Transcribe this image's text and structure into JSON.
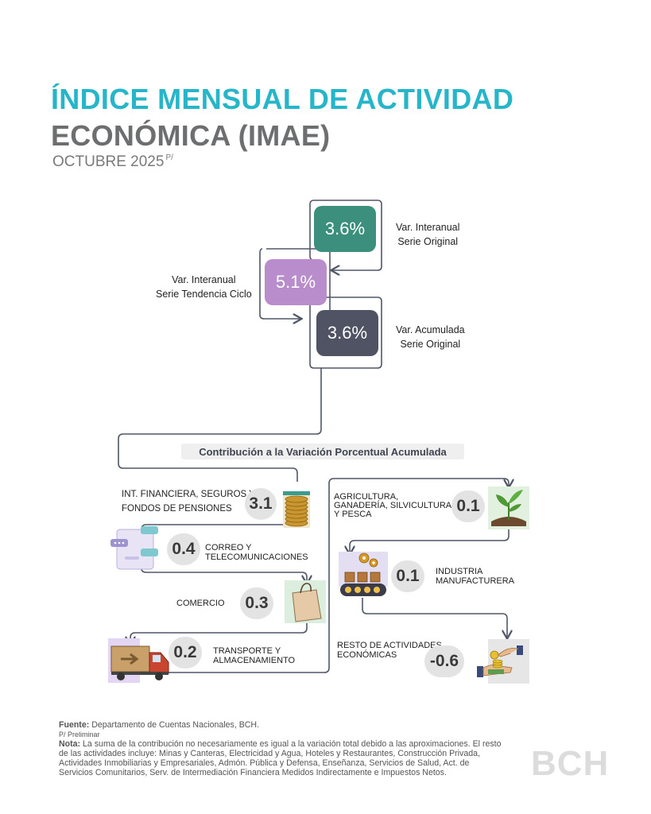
{
  "header": {
    "title_line1": "ÍNDICE MENSUAL DE ACTIVIDAD",
    "title_line2": "ECONÓMICA (IMAE)",
    "period": "OCTUBRE 2025",
    "period_mark": "P/"
  },
  "kpis": [
    {
      "value": "3.6%",
      "label_line1": "Var. Interanual",
      "label_line2": "Serie Original",
      "color": "#3c8f7d"
    },
    {
      "value": "5.1%",
      "label_line1": "Var. Interanual",
      "label_line2": "Serie Tendencia Ciclo",
      "color": "#b98ccb"
    },
    {
      "value": "3.6%",
      "label_line1": "Var. Acumulada",
      "label_line2": "Serie Original",
      "color": "#4f5363"
    }
  ],
  "contribution_title": "Contribución a la Variación Porcentual Acumulada",
  "sectors_left": [
    {
      "value": "3.1",
      "label_line1": "INT. FINANCIERA, SEGUROS Y",
      "label_line2": "FONDOS DE PENSIONES",
      "icon": "coins-icon"
    },
    {
      "value": "0.4",
      "label_line1": "CORREO Y",
      "label_line2": "TELECOMUNICACIONES",
      "icon": "chat-icon"
    },
    {
      "value": "0.3",
      "label_line1": "COMERCIO",
      "label_line2": "",
      "icon": "shopping-bag-icon"
    },
    {
      "value": "0.2",
      "label_line1": "TRANSPORTE Y",
      "label_line2": "ALMACENAMIENTO",
      "icon": "truck-icon"
    }
  ],
  "sectors_right": [
    {
      "value": "0.1",
      "label_line1": "AGRICULTURA,",
      "label_line2": "GANADERÍA, SILVICULTURA",
      "label_line3": "Y PESCA",
      "icon": "plant-icon"
    },
    {
      "value": "0.1",
      "label_line1": "INDUSTRIA",
      "label_line2": "MANUFACTURERA",
      "label_line3": "",
      "icon": "factory-icon"
    },
    {
      "value": "-0.6",
      "label_line1": "RESTO DE ACTIVIDADES",
      "label_line2": "ECONÓMICAS",
      "label_line3": "",
      "icon": "hand-coins-icon"
    }
  ],
  "footnotes": {
    "source_label": "Fuente:",
    "source_text": "Departamento de Cuentas Nacionales, BCH.",
    "prelim": "P/ Preliminar",
    "note_label": "Nota:",
    "note_text": "La suma de la contribución no necesariamente es igual a la variación total debido a las aproximaciones. El resto de las actividades incluye: Minas y Canteras, Electricidad y Agua, Hoteles y Restaurantes, Construcción Privada, Actividades Inmobiliarias y Empresariales, Admón. Pública y Defensa, Enseñanza, Servicios de Salud, Act. de Servicios Comunitarios, Serv. de Intermediación Financiera Medidos Indirectamente e Impuestos Netos."
  },
  "logo_text": "BCH"
}
